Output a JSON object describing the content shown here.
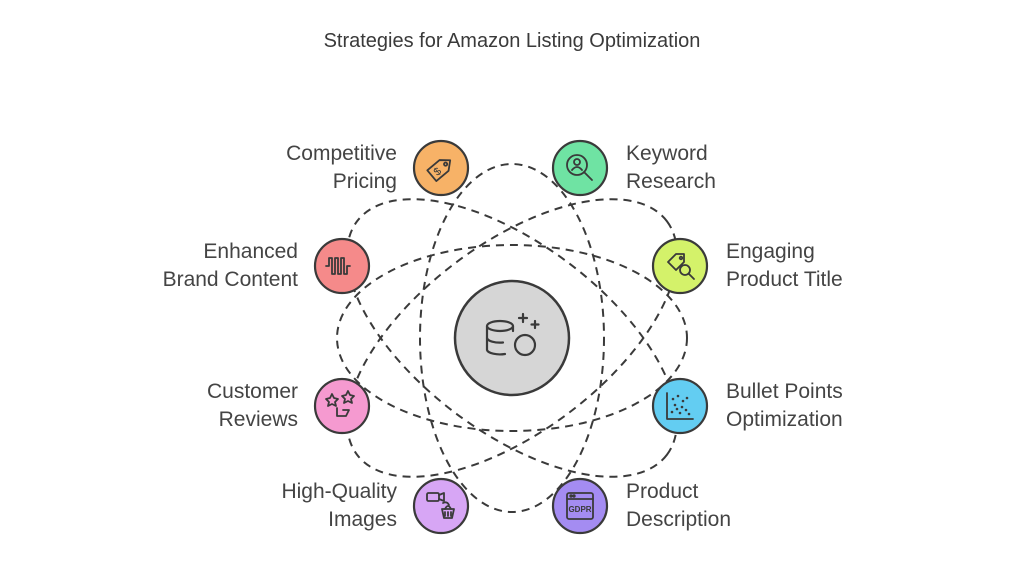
{
  "title": "Strategies for Amazon Listing Optimization",
  "center": {
    "icon": "database-sparkle-icon",
    "color": "#d6d6d6"
  },
  "strategies": [
    {
      "id": "competitive-pricing",
      "lines": [
        "Competitive",
        "Pricing"
      ],
      "color": "#f7b267",
      "icon": "price-tag-icon"
    },
    {
      "id": "keyword-research",
      "lines": [
        "Keyword",
        "Research"
      ],
      "color": "#6fe3a3",
      "icon": "keyword-search-icon"
    },
    {
      "id": "enhanced-brand-content",
      "lines": [
        "Enhanced",
        "Brand Content"
      ],
      "color": "#f58a8a",
      "icon": "waveform-icon"
    },
    {
      "id": "engaging-product-title",
      "lines": [
        "Engaging",
        "Product Title"
      ],
      "color": "#d4f26a",
      "icon": "tag-search-icon"
    },
    {
      "id": "customer-reviews",
      "lines": [
        "Customer",
        "Reviews"
      ],
      "color": "#f59ad0",
      "icon": "stars-hand-icon"
    },
    {
      "id": "bullet-points-optimization",
      "lines": [
        "Bullet Points",
        "Optimization"
      ],
      "color": "#63cdf2",
      "icon": "scatter-chart-icon"
    },
    {
      "id": "high-quality-images",
      "lines": [
        "High-Quality",
        "Images"
      ],
      "color": "#d7a6f5",
      "icon": "camera-basket-icon"
    },
    {
      "id": "product-description",
      "lines": [
        "Product",
        "Description"
      ],
      "color": "#a48cf2",
      "icon": "gdpr-document-icon",
      "icon_text": "GDPR"
    }
  ]
}
